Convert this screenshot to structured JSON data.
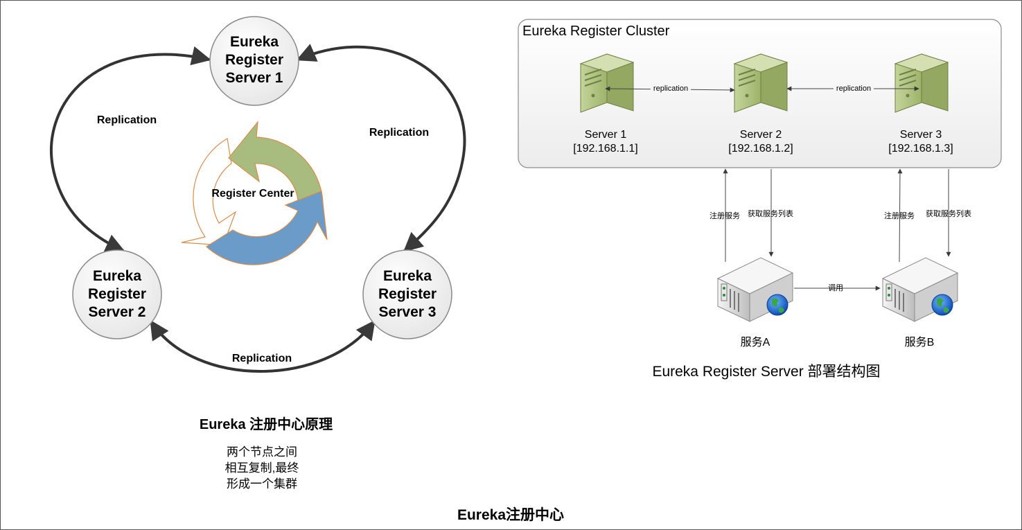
{
  "left_diagram": {
    "servers": [
      {
        "line1": "Eureka",
        "line2": "Register",
        "line3": "Server 1"
      },
      {
        "line1": "Eureka",
        "line2": "Register",
        "line3": "Server 2"
      },
      {
        "line1": "Eureka",
        "line2": "Register",
        "line3": "Server 3"
      }
    ],
    "replication_labels": [
      "Replication",
      "Replication",
      "Replication"
    ],
    "center_label": "Register Center",
    "title": "Eureka 注册中心原理",
    "caption_lines": [
      "两个节点之间",
      "相互复制,最终",
      "形成一个集群"
    ]
  },
  "right_diagram": {
    "cluster_title": "Eureka Register Cluster",
    "servers": [
      {
        "name": "Server 1",
        "ip": "[192.168.1.1]"
      },
      {
        "name": "Server 2",
        "ip": "[192.168.1.2]"
      },
      {
        "name": "Server 3",
        "ip": "[192.168.1.3]"
      }
    ],
    "replication_labels": [
      "replication",
      "replication"
    ],
    "register_labels": [
      "注册服务",
      "注册服务"
    ],
    "fetch_labels": [
      "获取服务列表",
      "获取服务列表"
    ],
    "invoke_label": "调用",
    "services": [
      {
        "name": "服务A"
      },
      {
        "name": "服务B"
      }
    ],
    "title": "Eureka Register Server 部署结构图"
  },
  "footer_title": "Eureka注册中心",
  "colors": {
    "server_green": "#a9bd7a",
    "arrow_green": "#a9bc7f",
    "arrow_blue": "#6a9bc9",
    "arrow_outline": "#d98c4a",
    "line_dark": "#333333"
  }
}
